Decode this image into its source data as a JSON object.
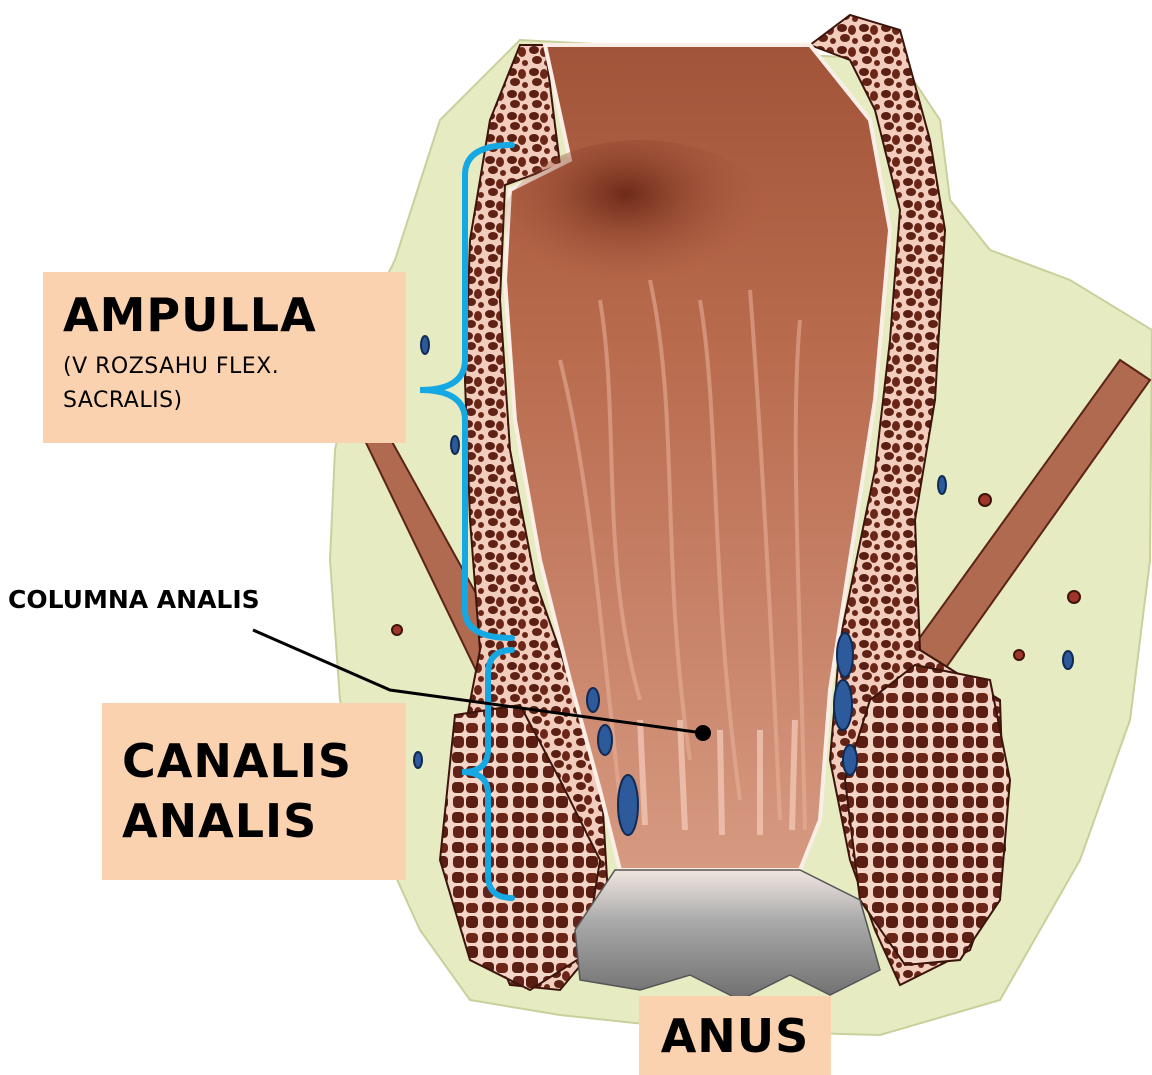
{
  "labels": {
    "ampulla_title": "AMPULLA",
    "ampulla_subtitle": "(V ROZSAHU FLEX. SACRALIS)",
    "canalis_line1": "CANALIS",
    "canalis_line2": "ANALIS",
    "anus": "ANUS",
    "columna": "COLUMNA ANALIS"
  },
  "colors": {
    "label_background": "#fbd2b0",
    "bracket": "#15a8e3",
    "fat_tissue": "#e6ebc2",
    "lumen": "#a5563c",
    "muscle_wall": "#6b2a1c",
    "skin_anus": "#8d8d8d"
  }
}
